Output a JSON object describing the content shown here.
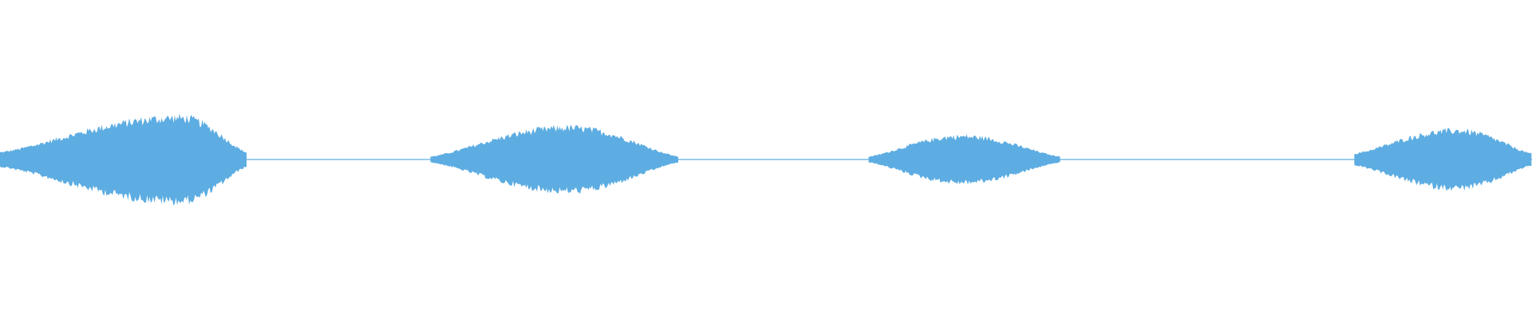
{
  "waveform": {
    "color": "#5dade2",
    "baseline_color": "#5dade2",
    "segments": [
      {
        "start": 0.0,
        "end": 0.161,
        "peak": 0.118,
        "peak_amp": 0.29,
        "edge_amp": 0.05
      },
      {
        "start": 0.281,
        "end": 0.443,
        "peak": 0.371,
        "peak_amp": 0.22,
        "edge_amp": 0.02
      },
      {
        "start": 0.567,
        "end": 0.692,
        "peak": 0.628,
        "peak_amp": 0.16,
        "edge_amp": 0.02
      },
      {
        "start": 0.884,
        "end": 1.0,
        "peak": 0.951,
        "peak_amp": 0.2,
        "edge_amp": 0.04
      }
    ]
  }
}
